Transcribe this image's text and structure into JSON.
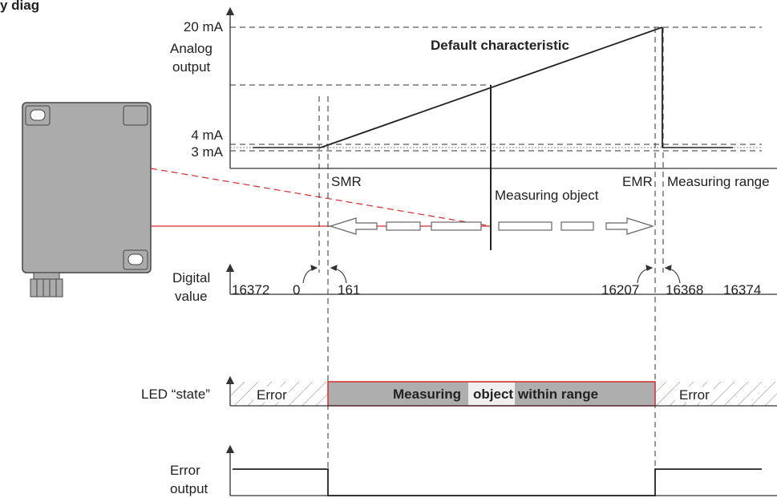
{
  "header": {
    "title_fragment": "y diag"
  },
  "analog_chart": {
    "y_tick_20": "20 mA",
    "y_label_line1": "Analog",
    "y_label_line2": "output",
    "y_tick_4": "4 mA",
    "y_tick_3": "3 mA",
    "title": "Default characteristic",
    "smr_label": "SMR",
    "emr_label": "EMR",
    "range_label": "Measuring range",
    "object_label": "Measuring object"
  },
  "digital_chart": {
    "label_line1": "Digital",
    "label_line2": "value",
    "values": [
      "16372",
      "0",
      "161",
      "16207",
      "16368",
      "16374"
    ]
  },
  "led_chart": {
    "label": "LED “state”",
    "error_left": "Error",
    "error_right": "Error",
    "state_word1": "Measuring",
    "state_word2": "object",
    "state_word3": "within range"
  },
  "error_chart": {
    "label_line1": "Error",
    "label_line2": "output"
  },
  "colors": {
    "accent_red": "#d62b2b",
    "state_fill": "#aeaeae",
    "line": "#222222"
  }
}
